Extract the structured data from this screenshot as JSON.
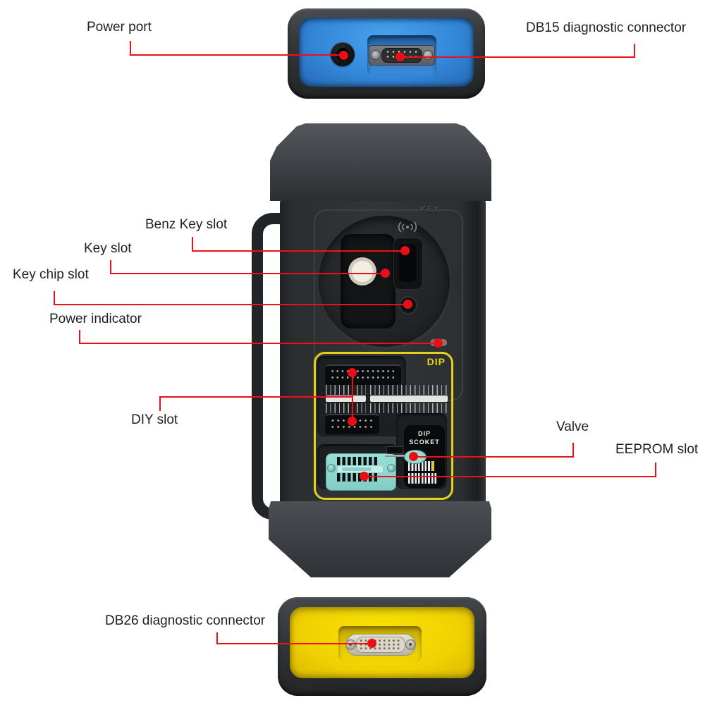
{
  "diagram_title": "",
  "colors": {
    "annotation_red": "#ee1016",
    "label_text": "#221f20",
    "top_panel_blue": "#3488da",
    "bottom_panel_yellow": "#f0d102",
    "device_body_gray": "#2b2e31",
    "dip_outline_yellow": "#e3d01c",
    "zif_socket_teal": "#8fd6cf"
  },
  "callouts": {
    "power_port": {
      "label": "Power port"
    },
    "db15": {
      "label": "DB15 diagnostic connector"
    },
    "benz_key_slot": {
      "label": "Benz Key slot"
    },
    "key_slot": {
      "label": "Key slot"
    },
    "key_chip_slot": {
      "label": "Key chip slot"
    },
    "power_indicator": {
      "label": "Power indicator"
    },
    "diy_slot": {
      "label": "DIY slot"
    },
    "valve": {
      "label": "Valve"
    },
    "eeprom_slot": {
      "label": "EEPROM slot"
    },
    "db26": {
      "label": "DB26 diagnostic connector"
    }
  },
  "device": {
    "key_area_label": "KEY",
    "dip_area_label": "DIP",
    "dip_socket_label_line1": "DIP",
    "dip_socket_label_line2": "SCOKET"
  }
}
